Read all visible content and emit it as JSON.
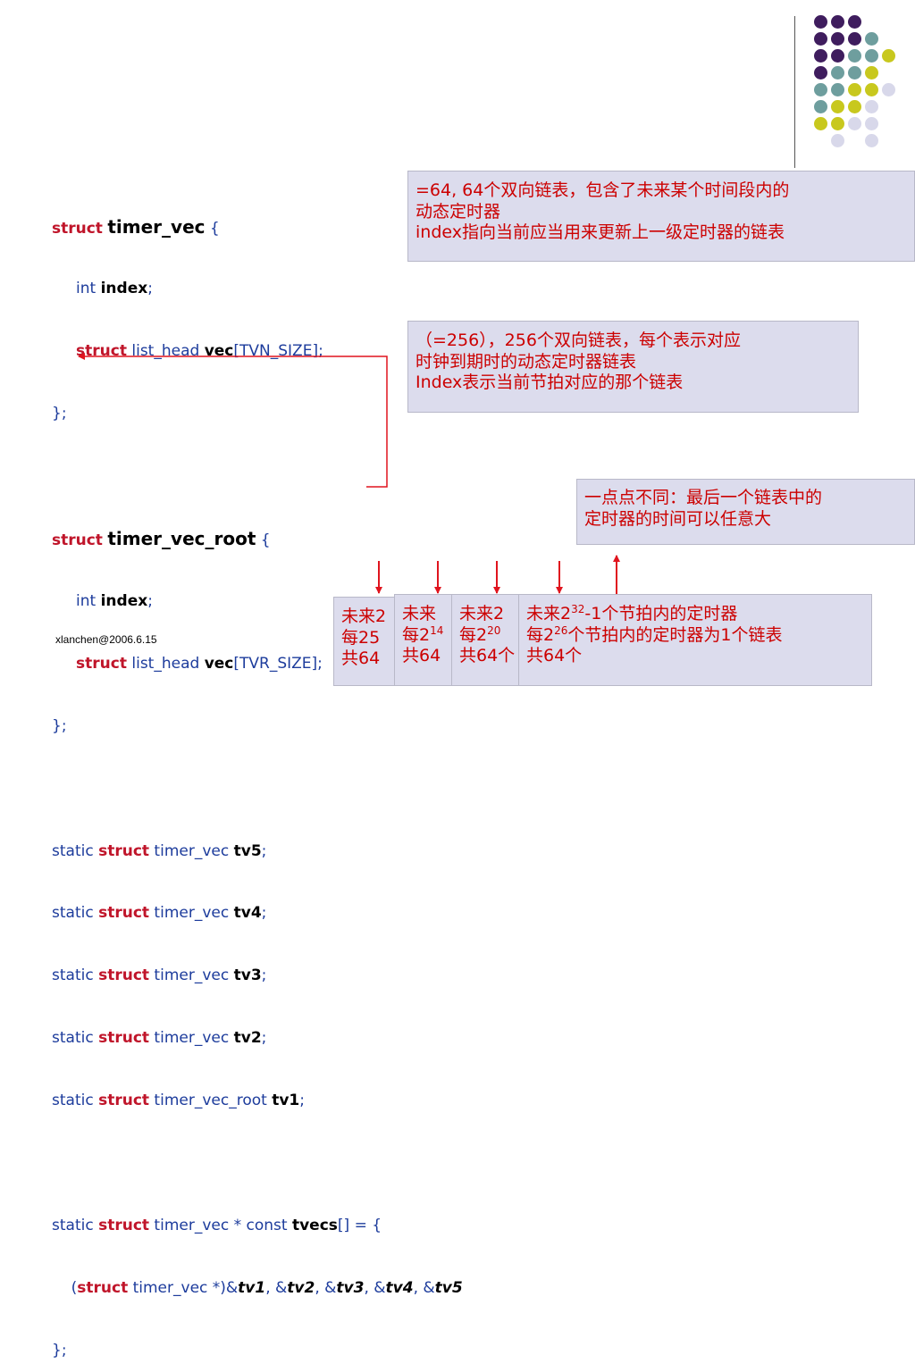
{
  "slide": {
    "footer": "xlanchen@2006.6.15"
  },
  "code": {
    "l1_kw": "struct",
    "l1_name": "timer_vec",
    "l1_tail": " {",
    "l2_type": "int ",
    "l2_name": "index",
    "l2_tail": ";",
    "l3_kw": "struct",
    "l3_type": " list_head ",
    "l3_name": "vec",
    "l3_tail": "[TVN_SIZE];",
    "l4": "};",
    "l6_kw": "struct",
    "l6_name": "timer_vec_root",
    "l6_tail": " {",
    "l7_type": "int ",
    "l7_name": "index",
    "l7_tail": ";",
    "l8_kw": "struct",
    "l8_type": " list_head ",
    "l8_name": "vec",
    "l8_tail": "[TVR_SIZE];",
    "l9": "};",
    "s1_a": "static ",
    "s1_kw": "struct",
    "s1_b": " timer_vec ",
    "s1_name": "tv5",
    "s1_tail": ";",
    "s2_a": "static ",
    "s2_kw": "struct",
    "s2_b": " timer_vec ",
    "s2_name": "tv4",
    "s2_tail": ";",
    "s3_a": "static ",
    "s3_kw": "struct",
    "s3_b": " timer_vec ",
    "s3_name": "tv3",
    "s3_tail": ";",
    "s4_a": "static ",
    "s4_kw": "struct",
    "s4_b": " timer_vec ",
    "s4_name": "tv2",
    "s4_tail": ";",
    "s5_a": "static ",
    "s5_kw": "struct",
    "s5_b": " timer_vec_root ",
    "s5_name": "tv1",
    "s5_tail": ";",
    "t1_a": "static ",
    "t1_kw": "struct",
    "t1_b": " timer_vec * const ",
    "t1_name": "tvecs",
    "t1_tail": "[] = {",
    "t2_a": "(",
    "t2_kw": "struct",
    "t2_b": " timer_vec *)&",
    "t2_v1": "tv1",
    "t2_c1": ", &",
    "t2_v2": "tv2",
    "t2_c2": ", &",
    "t2_v3": "tv3",
    "t2_c3": ", &",
    "t2_v4": "tv4",
    "t2_c4": ", &",
    "t2_v5": "tv5",
    "t3": "};"
  },
  "notes": {
    "vec": {
      "line1": "=64, 64个双向链表，包含了未来某个时间段内的",
      "line2": "动态定时器",
      "line3": "index指向当前应当用来更新上一级定时器的链表"
    },
    "root": {
      "line1": "（=256），256个双向链表，每个表示对应",
      "line2": "时钟到期时的动态定时器链表",
      "line3": "Index表示当前节拍对应的那个链表"
    },
    "last": {
      "line1": "一点点不同：最后一个链表中的",
      "line2": "定时器的时间可以任意大"
    },
    "b1": {
      "line1": "未来2",
      "line2": "每25",
      "line3": "共64"
    },
    "b2": {
      "line1": "未来",
      "line2a": "每2",
      "line2sup": "14",
      "line3": "共64"
    },
    "b3": {
      "line1": "未来2",
      "line2a": "每2",
      "line2sup": "20",
      "line3": "共64个"
    },
    "b4": {
      "line1a": "未来2",
      "line1sup": "32",
      "line1b": "-1个节拍内的定时器",
      "line2a": "每2",
      "line2sup": "26",
      "line2b": "个节拍内的定时器为1个链表",
      "line3": "共64个"
    }
  },
  "colors": {
    "arrow": "#e0141e",
    "note_bg": "#dcdced",
    "note_text": "#cc0000",
    "keyword": "#c0152a",
    "code_text": "#1d3c9c"
  }
}
